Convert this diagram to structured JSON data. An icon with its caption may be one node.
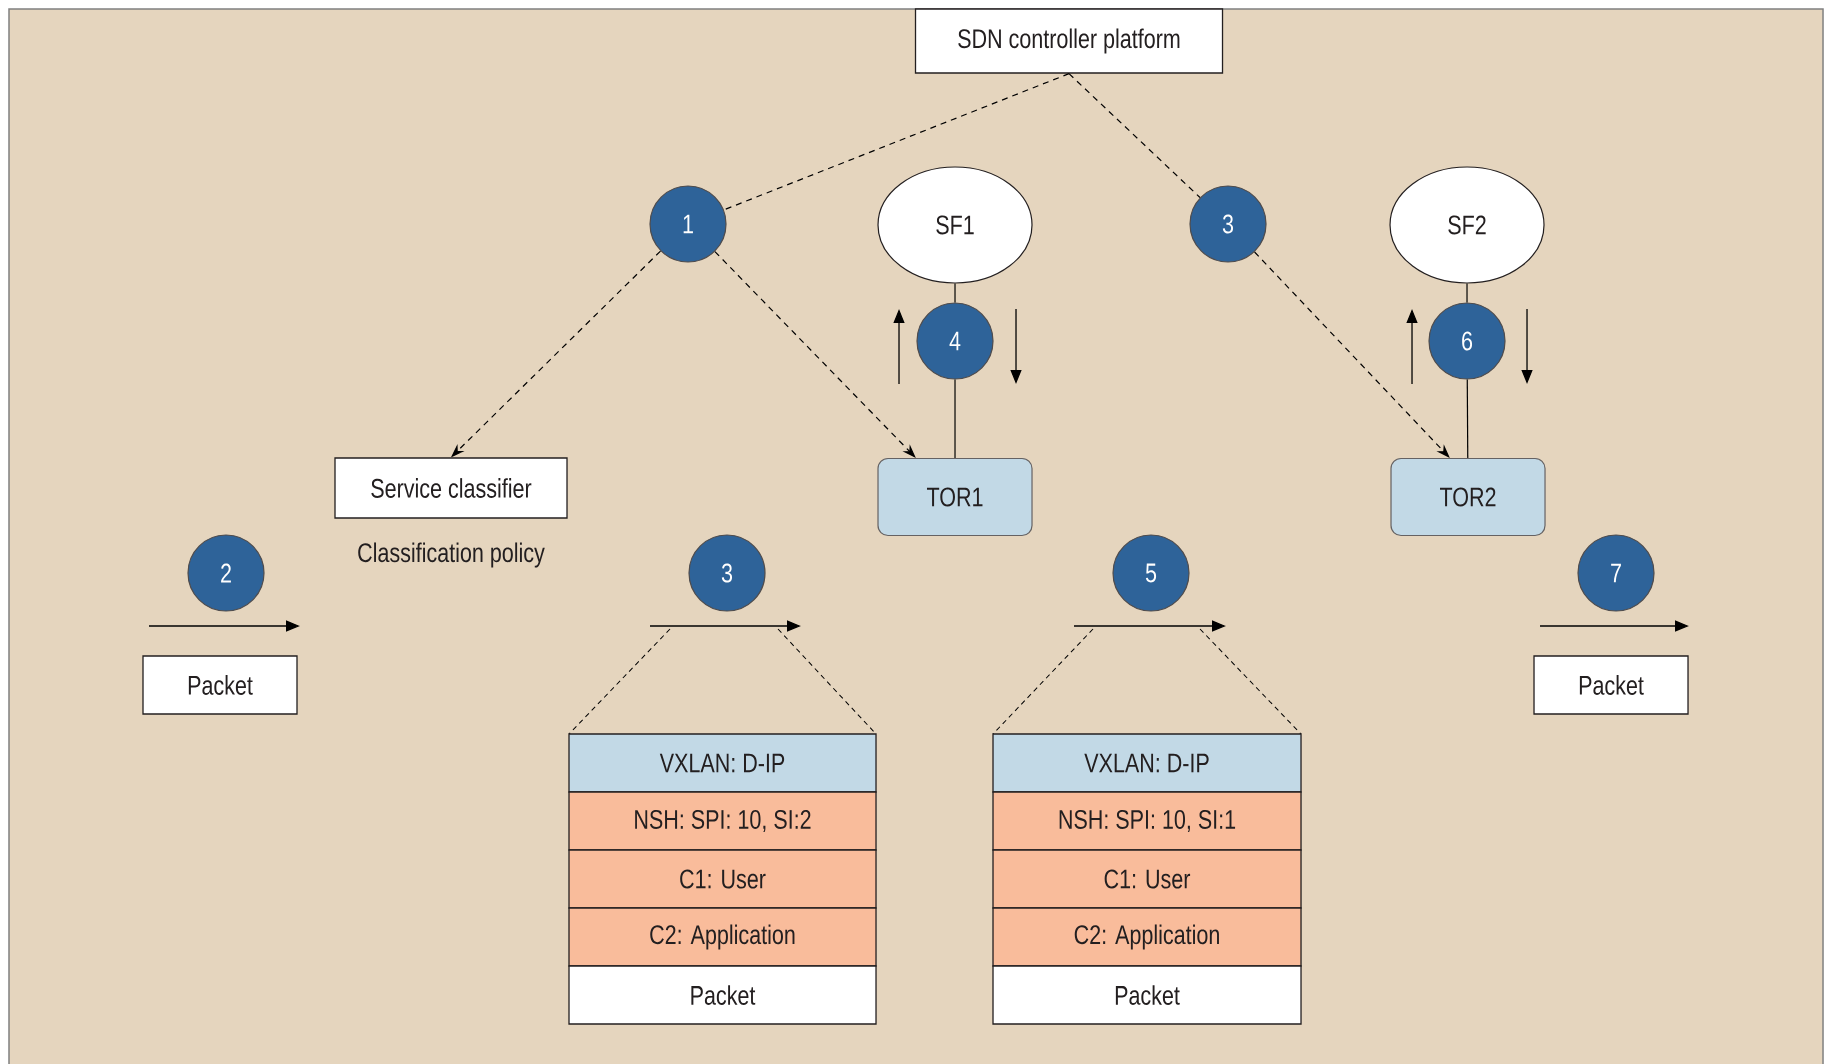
{
  "diagram": {
    "nodes": [
      {
        "text": [
          "SDN controller platform"
        ]
      },
      {
        "text": [
          "1"
        ]
      },
      {
        "text": [
          "SF1"
        ]
      },
      {
        "text": [
          "3"
        ]
      },
      {
        "text": [
          "SF2"
        ]
      },
      {
        "text": [
          "4"
        ]
      },
      {
        "text": [
          "6"
        ]
      },
      {
        "text": [
          "Service classifier"
        ],
        "beside": [
          "Classification policy"
        ]
      },
      {
        "text": [
          "TOR1"
        ]
      },
      {
        "text": [
          "TOR2"
        ]
      },
      {
        "text": [
          "2"
        ]
      },
      {
        "text": [
          "3"
        ]
      },
      {
        "text": [
          "5"
        ]
      },
      {
        "text": [
          "7"
        ]
      },
      {
        "text": [
          "Packet"
        ]
      },
      {
        "text": [
          "Packet"
        ]
      },
      {
        "text": [
          "VXLAN: D-IP"
        ]
      },
      {
        "text": [
          "NSH: SPI: 10, SI:2"
        ]
      },
      {
        "text": [
          "C1: User"
        ]
      },
      {
        "text": [
          "C2: Application"
        ]
      },
      {
        "text": [
          "Packet"
        ]
      },
      {
        "text": [
          "VXLAN: D-IP"
        ]
      },
      {
        "text": [
          "NSH: SPI: 10, SI:1"
        ]
      },
      {
        "text": [
          "C1: User"
        ]
      },
      {
        "text": [
          "C2: Application"
        ]
      },
      {
        "text": [
          "Packet"
        ]
      }
    ],
    "edges": [
      {
        "from": 0,
        "to": 1,
        "arrow": "none",
        "style": "dashed"
      },
      {
        "from": 0,
        "to": 3,
        "arrow": "none",
        "style": "dashed"
      },
      {
        "from": 1,
        "to": 7,
        "arrow": "to",
        "style": "dashed"
      },
      {
        "from": 1,
        "to": 8,
        "arrow": "to",
        "style": "dashed"
      },
      {
        "from": 3,
        "to": 9,
        "arrow": "to",
        "style": "dashed"
      },
      {
        "from": 2,
        "to": 5,
        "arrow": "none"
      },
      {
        "from": 5,
        "to": 8,
        "arrow": "none"
      },
      {
        "from": 4,
        "to": 6,
        "arrow": "none"
      },
      {
        "from": 6,
        "to": 9,
        "arrow": "none"
      }
    ]
  }
}
